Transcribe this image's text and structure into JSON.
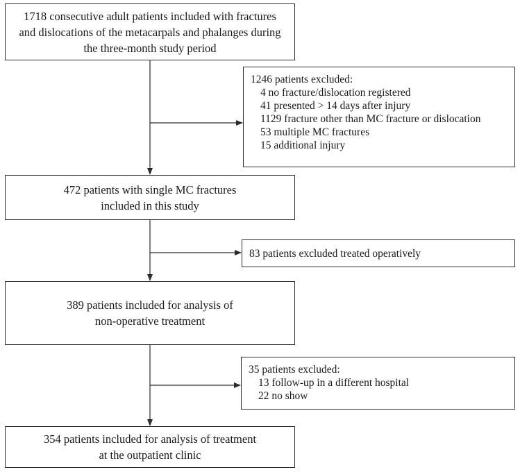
{
  "flowchart": {
    "boxes": [
      {
        "id": "box-enrolled",
        "lines": [
          "1718 consecutive adult patients included with fractures",
          "and dislocations of the metacarpals and phalanges during",
          "the three-month study period"
        ]
      },
      {
        "id": "box-excluded-1",
        "heading": "1246  patients excluded:",
        "items": [
          "4 no fracture/dislocation registered",
          "41 presented > 14 days after injury",
          "1129 fracture other than MC fracture or dislocation",
          "53 multiple MC fractures",
          "15 additional injury"
        ]
      },
      {
        "id": "box-single-mc",
        "lines": [
          "472 patients with single MC fractures",
          "included in this study"
        ]
      },
      {
        "id": "box-excluded-2",
        "heading": "83 patients excluded treated operatively",
        "items": []
      },
      {
        "id": "box-nonoperative",
        "lines": [
          "389 patients included for analysis of",
          "non-operative treatment"
        ]
      },
      {
        "id": "box-excluded-3",
        "heading": "35 patients excluded:",
        "items": [
          "13 follow-up in a different hospital",
          "22 no show"
        ]
      },
      {
        "id": "box-outpatient",
        "lines": [
          "354 patients included for analysis of treatment",
          "at the outpatient clinic"
        ]
      }
    ]
  }
}
